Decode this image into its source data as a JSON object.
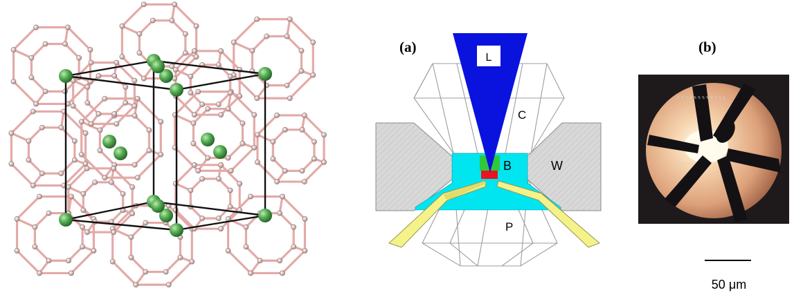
{
  "panel_a": {
    "label": "(a)",
    "part_labels": {
      "L": "L",
      "C": "C",
      "B": "B",
      "W": "W",
      "P": "P"
    },
    "colors": {
      "laser": "#0a12dd",
      "beam_box": "#00e5f0",
      "gasket_green": "#2fc93a",
      "sample_red": "#e8141e",
      "electrode": "#f5f28a",
      "wedge_fill": "#d6d6d6",
      "diamond_line": "#9c9c9c"
    }
  },
  "panel_b": {
    "label": "(b)",
    "scale_bar": "50 μm",
    "colors": {
      "background": "#1e1a1c",
      "disk": "#e5b08a",
      "glow": "#fff8e6",
      "electrode": "#141114"
    }
  },
  "lattice": {
    "colors": {
      "framework": "#e3aaa8",
      "atom": "#4fa64f",
      "cell_edge": "#111111"
    }
  }
}
